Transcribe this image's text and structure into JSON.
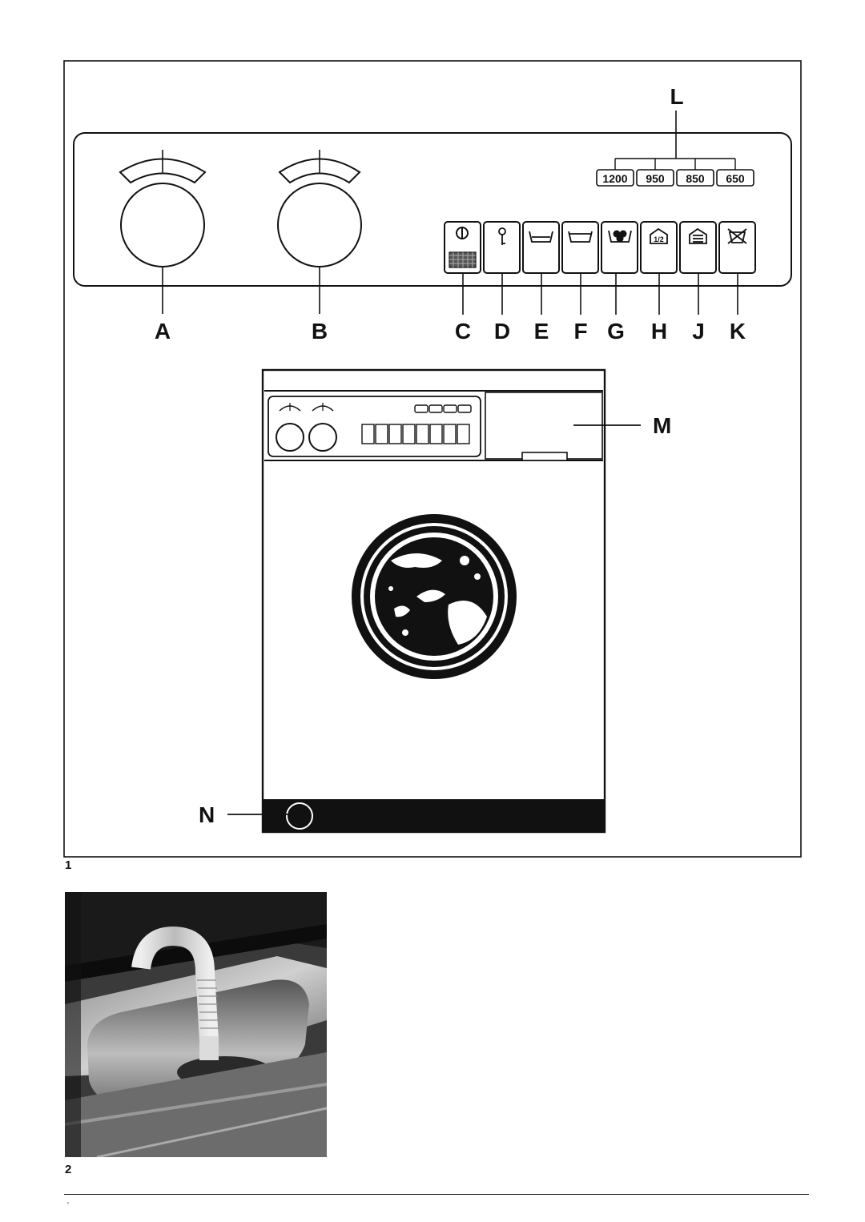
{
  "figures": [
    {
      "number": "1",
      "callouts": {
        "A": "A",
        "B": "B",
        "C": "C",
        "D": "D",
        "E": "E",
        "F": "F",
        "G": "G",
        "H": "H",
        "J": "J",
        "K": "K",
        "L": "L",
        "M": "M",
        "N": "N"
      },
      "spin_speeds": [
        "1200",
        "950",
        "850",
        "650"
      ],
      "buttons": [
        {
          "id": "C",
          "icon": "power-icon"
        },
        {
          "id": "D",
          "icon": "key-icon"
        },
        {
          "id": "E",
          "icon": "washtub-icon"
        },
        {
          "id": "F",
          "icon": "washtub-high-water-icon"
        },
        {
          "id": "G",
          "icon": "stain-wash-icon"
        },
        {
          "id": "H",
          "icon": "half-load-icon"
        },
        {
          "id": "J",
          "icon": "economy-load-icon"
        },
        {
          "id": "K",
          "icon": "no-spin-icon"
        }
      ],
      "knobs": [
        {
          "id": "A",
          "icon": "program-dial-icon"
        },
        {
          "id": "B",
          "icon": "temperature-dial-icon"
        }
      ]
    },
    {
      "number": "2",
      "content": "photo",
      "subject": "drain hose hooked over the edge of a sink"
    }
  ],
  "footer_mark": "'"
}
